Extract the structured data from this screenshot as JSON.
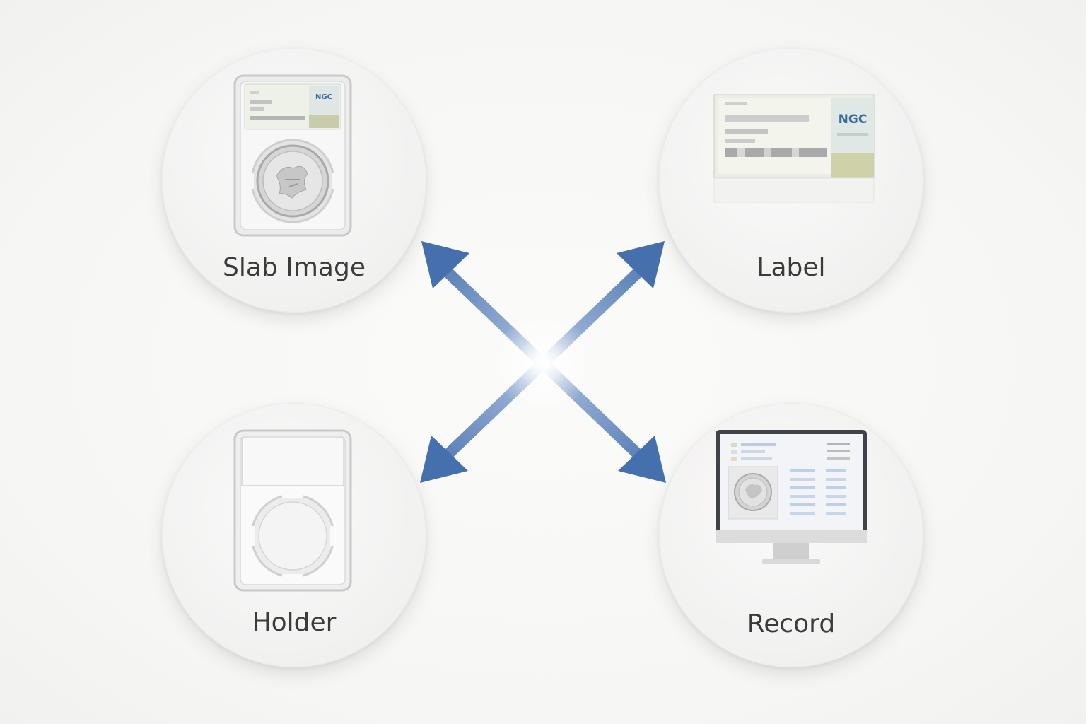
{
  "nodes": {
    "slab_image": {
      "label": "Slab Image",
      "logo_text": "NGC"
    },
    "label": {
      "label": "Label",
      "logo_text": "NGC"
    },
    "holder": {
      "label": "Holder"
    },
    "record": {
      "label": "Record"
    }
  },
  "colors": {
    "arrow": "#4a74b0",
    "arrow_center_glow": "#ffffff",
    "node_background": "#f1f1f0",
    "label_text": "#3b3b3b"
  },
  "icons": [
    "coin-slab-icon",
    "grading-label-icon",
    "empty-holder-icon",
    "computer-record-icon",
    "bidirectional-arrow-icon"
  ]
}
